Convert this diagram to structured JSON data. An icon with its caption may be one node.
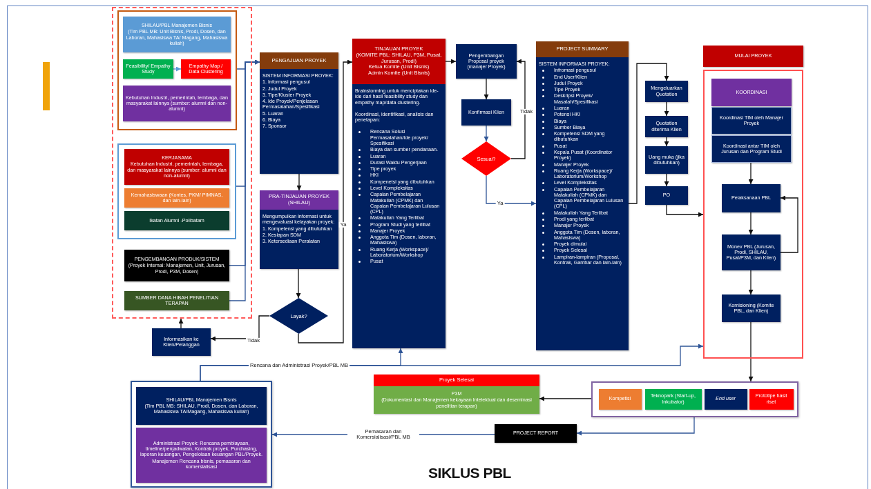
{
  "diagram": {
    "title": "SIKLUS PBL",
    "nodes": [
      {
        "text": [],
        "shape": "box"
      },
      {
        "text": [],
        "shape": "box",
        "in": 0
      },
      {
        "text": [
          "SHILAU/PBL Manajemen Bisnis",
          "(Tim PBL MB: Unit Bisnis, Prodi, Dosen, dan Laboran, Mahasiswa TA/ Magang, Mahasiswa kuliah)"
        ],
        "in": 1
      },
      {
        "text": [
          "Feasibility/ Empathy Study"
        ],
        "in": 1
      },
      {
        "text": [
          "Empathy Map / Data Clustering"
        ],
        "in": 1
      },
      {
        "text": [
          "Kebutuhan Industri, pemerintah, lembaga, dan masyarakat lainnya (sumber: alumni dan non-alumni)"
        ],
        "in": 1
      },
      {
        "text": [],
        "shape": "box",
        "in": 0
      },
      {
        "text": [
          "KERJASAMA",
          "Kebutuhan Industri, pemerintah, lembaga, dan masyarakat lainnya (sumber: alumni dan non-alumni)"
        ],
        "in": 6
      },
      {
        "text": [
          "Kemahasiswaan (Kontes, PKM/ PIMNAS, dan lain-lain)"
        ],
        "in": 6
      },
      {
        "text": [
          "Ikatan Alumni -Polibatam"
        ],
        "in": 6
      },
      {
        "text": [
          "PENGEMBANGAN PRODUK/SISTEM",
          "(Proyek Internal: Manajemen, Unit, Jurusan, Prodi, P3M, Dosen)"
        ],
        "in": 0
      },
      {
        "text": [
          "SUMBER DANA HIBAH PENELITIAN TERAPAN"
        ],
        "in": 0
      },
      {
        "text": [
          "PENGAJUAN PROYEK",
          "SISTEM INFORMASI PROYEK:",
          "1. Informasi pengusul",
          "2. Judul Proyek",
          "3. Tipe/Kluster Proyek",
          "4. Ide Proyek/Penjelasan Permasalahan/Spesifikasi",
          "5. Luaran",
          "6. Biaya",
          "7. Sponsor"
        ]
      },
      {
        "text": [
          "PRA-TINJAUAN PROYEK (SHILAU)",
          "Mengumpulkan informasi untuk mengevaluasi kelayakan proyek:",
          "1. Kompetensi yang dibutuhkan",
          "2. Kesiapan SDM",
          "3. Ketersediaan Peralatan"
        ]
      },
      {
        "text": [
          "Layak?"
        ]
      },
      {
        "text": [
          "Informasikan ke Klien/Pelanggan"
        ]
      },
      {
        "text": [
          "TINJAUAN PROYEK",
          "(KOMITE PBL: SHILAU, P3M, Pusat, Jurusan, Prodi)",
          "Ketua Komite (Unit Bisnis)",
          "Admin Komite (Unit Bisnis)",
          "Brainstorming untuk menciptakan ide-ide dari hasil feasibility study dan empathy map/data clustering.",
          "Koordinasi, identifikasi, analisis dan penetapan:",
          "Rencana Solusi Permasalahan/Ide proyek/ Spesifikasi",
          "Biaya dan sumber pendanaan.",
          "Luaran",
          "Durasi Waktu Pengerjaan",
          "Tipe proyek",
          "HKI",
          "Kompenetsi yang dibutuhkan",
          "Level Kompleksitas",
          "Capaian Pembelajaran Matakuliah (CPMK) dan Capaian Pembelajaran Lulusan (CPL)",
          "Matakuliah Yang Terlibat",
          "Program Studi yang terlibat",
          "Manajer Proyek",
          "Anggota Tim (Dosen, laboran, Mahasiswa)",
          "Ruang Kerja (Workspace)/ Laboratorium/Workshop",
          "Pusat"
        ]
      },
      {
        "text": [
          "Pengembangan Proposal proyek (manajer Proyek)"
        ]
      },
      {
        "text": [
          "Konfirmasi Klien"
        ]
      },
      {
        "text": [
          "Sesuai?"
        ]
      },
      {
        "text": [
          "PROJECT SUMMARY",
          "SISTEM INFORMASI PROYEK:",
          "Infromasi pengusul",
          "End User/Klien",
          "Judul Proyek",
          "Tipe Proyek",
          "Deskripsi Proyek/ Masalah/Spesifikasi",
          "Luaran",
          "Potensi HKI",
          "Biaya",
          "Sumber Biaya",
          "Kompetensi SDM yang dibutuhkan",
          "Pusat",
          "Kepala Pusat (Koordinator Proyek)",
          "Manajer Proyek",
          "Ruang Kerja (Workspace)/ Laboratorium/Workshop",
          "Level Kompleksitas",
          "Capaian Pembelajaran Matakuliah (CPMK) dan Capaian Pembelajaran Lulusan (CPL)",
          "Matakuliah Yang Terlibat",
          "Prodi yang terlibat",
          "Manajer Proyek",
          "Anggota Tim (Dosen, laboran, Mahasiswa)",
          "Proyek dimulai",
          "Proyek Selesai",
          "Lampiran-lampiran (Proposal, Kontrak, Gambar dan lain-lain)"
        ]
      },
      {
        "text": [
          "Mengeluarkan Quotation"
        ]
      },
      {
        "text": [
          "Quotation diterima Klien"
        ]
      },
      {
        "text": [
          "Uang muka (jika dibutuhkan)"
        ]
      },
      {
        "text": [
          "PO"
        ]
      },
      {
        "text": [
          "MULAI PROYEK"
        ]
      },
      {
        "text": [],
        "shape": "box"
      },
      {
        "text": [
          "KOORDINASI"
        ],
        "in": 26
      },
      {
        "text": [
          "Koordinasi TIM oleh Manajer Proyek"
        ],
        "in": 26
      },
      {
        "text": [
          "Koordinasi antar TIM oleh Jurusan dan Program Studi"
        ],
        "in": 26
      },
      {
        "text": [
          "Pelaksanaan PBL"
        ],
        "in": 26
      },
      {
        "text": [
          "Monev PBL (Jurusan, Prodi, SHILAU, Pusat/P3M, dan Klien)"
        ],
        "in": 26
      },
      {
        "text": [
          "Komisioning (Komite PBL, dan Klien)"
        ],
        "in": 26
      },
      {
        "text": [],
        "shape": "box"
      },
      {
        "text": [
          "Kompetisi"
        ],
        "in": 33
      },
      {
        "text": [
          "Teknopark (Start-up, Inkubator)"
        ],
        "in": 33
      },
      {
        "text": [
          "End user"
        ],
        "in": 33
      },
      {
        "text": [
          "Prototipe hasil riset"
        ],
        "in": 33
      },
      {
        "text": [
          "Proyek Selesai",
          "P3M",
          "(Dokumentasi dan Manajemen kekayaan Intelektual dan deseminasi penelitian terapan)"
        ]
      },
      {
        "text": [
          "PROJECT REPORT"
        ]
      },
      {
        "text": [],
        "shape": "box"
      },
      {
        "text": [
          "SHILAU/PBL Manajemen Bisnis",
          "(Tim PBL MB: SHILAU, Prodi, Dosen, dan Laboran, Mahasiswa TA/Magang, Mahasiswa kuliah)"
        ],
        "in": 40
      },
      {
        "text": [
          "Administrasi Proyek: Rencana pembiayaan, timeline/penjadwalan, Kontrak proyek, Purchasing, laporan keuangan, Pengelolaan keuangan PBL/Proyek.",
          "Manajemen Rencana bisnis, pemasaran dan komersialisasi"
        ],
        "in": 40
      }
    ],
    "edges": [
      {
        "from": 1,
        "to": 12,
        "arrow": "to",
        "color": "#2f5597"
      },
      {
        "from": 6,
        "to": 12,
        "arrow": "to",
        "color": "#2f5597"
      },
      {
        "from": 10,
        "to": 12,
        "arrow": "to",
        "color": "#2f5597"
      },
      {
        "from": 11,
        "to": 12,
        "arrow": "to",
        "color": "#2f5597"
      },
      {
        "from": 3,
        "to": 4,
        "arrow": "to",
        "color": "#5b9bd5"
      },
      {
        "from": 12,
        "to": 13,
        "arrow": "to"
      },
      {
        "from": 13,
        "to": 14,
        "arrow": "to"
      },
      {
        "from": 14,
        "to": 16,
        "arrow": "to",
        "label": "Ya"
      },
      {
        "from": 14,
        "to": 15,
        "arrow": "to",
        "label": "Tidak"
      },
      {
        "from": 15,
        "to": 0,
        "arrow": "to"
      },
      {
        "from": 16,
        "to": 17,
        "arrow": "to"
      },
      {
        "from": 17,
        "to": 18,
        "arrow": "to"
      },
      {
        "from": 18,
        "to": 19,
        "arrow": "to",
        "color": "#2f5597"
      },
      {
        "from": 19,
        "to": 20,
        "arrow": "to",
        "label": "Ya",
        "color": "#2f5597"
      },
      {
        "from": 19,
        "to": 17,
        "arrow": "to",
        "label": "Tidak"
      },
      {
        "from": 20,
        "to": 21,
        "arrow": "to"
      },
      {
        "from": 21,
        "to": 22,
        "arrow": "to"
      },
      {
        "from": 22,
        "to": 23,
        "arrow": "to"
      },
      {
        "from": 23,
        "to": 24,
        "arrow": "to"
      },
      {
        "from": 24,
        "to": 26,
        "arrow": "to"
      },
      {
        "from": 29,
        "to": 30,
        "arrow": "to"
      },
      {
        "from": 30,
        "to": 31,
        "arrow": "to"
      },
      {
        "from": 31,
        "to": 30,
        "arrow": "to"
      },
      {
        "from": 31,
        "to": 32,
        "arrow": "to"
      },
      {
        "from": 32,
        "to": 33,
        "arrow": "to"
      },
      {
        "from": 33,
        "to": 38,
        "arrow": "to"
      },
      {
        "from": 33,
        "to": 39,
        "arrow": "to",
        "color": "#2f5597"
      },
      {
        "from": 39,
        "to": 40,
        "arrow": "to",
        "label": "Pemasaran dan Komersialisasi/PBL MB",
        "color": "#2f5597"
      },
      {
        "from": 40,
        "to": 16,
        "arrow": "to",
        "label": "Rencana dan Administrasi Proyek/PBL MB",
        "color": "#2f5597"
      },
      {
        "from": 40,
        "to": 26,
        "arrow": "to",
        "color": "#2f5597"
      }
    ]
  }
}
